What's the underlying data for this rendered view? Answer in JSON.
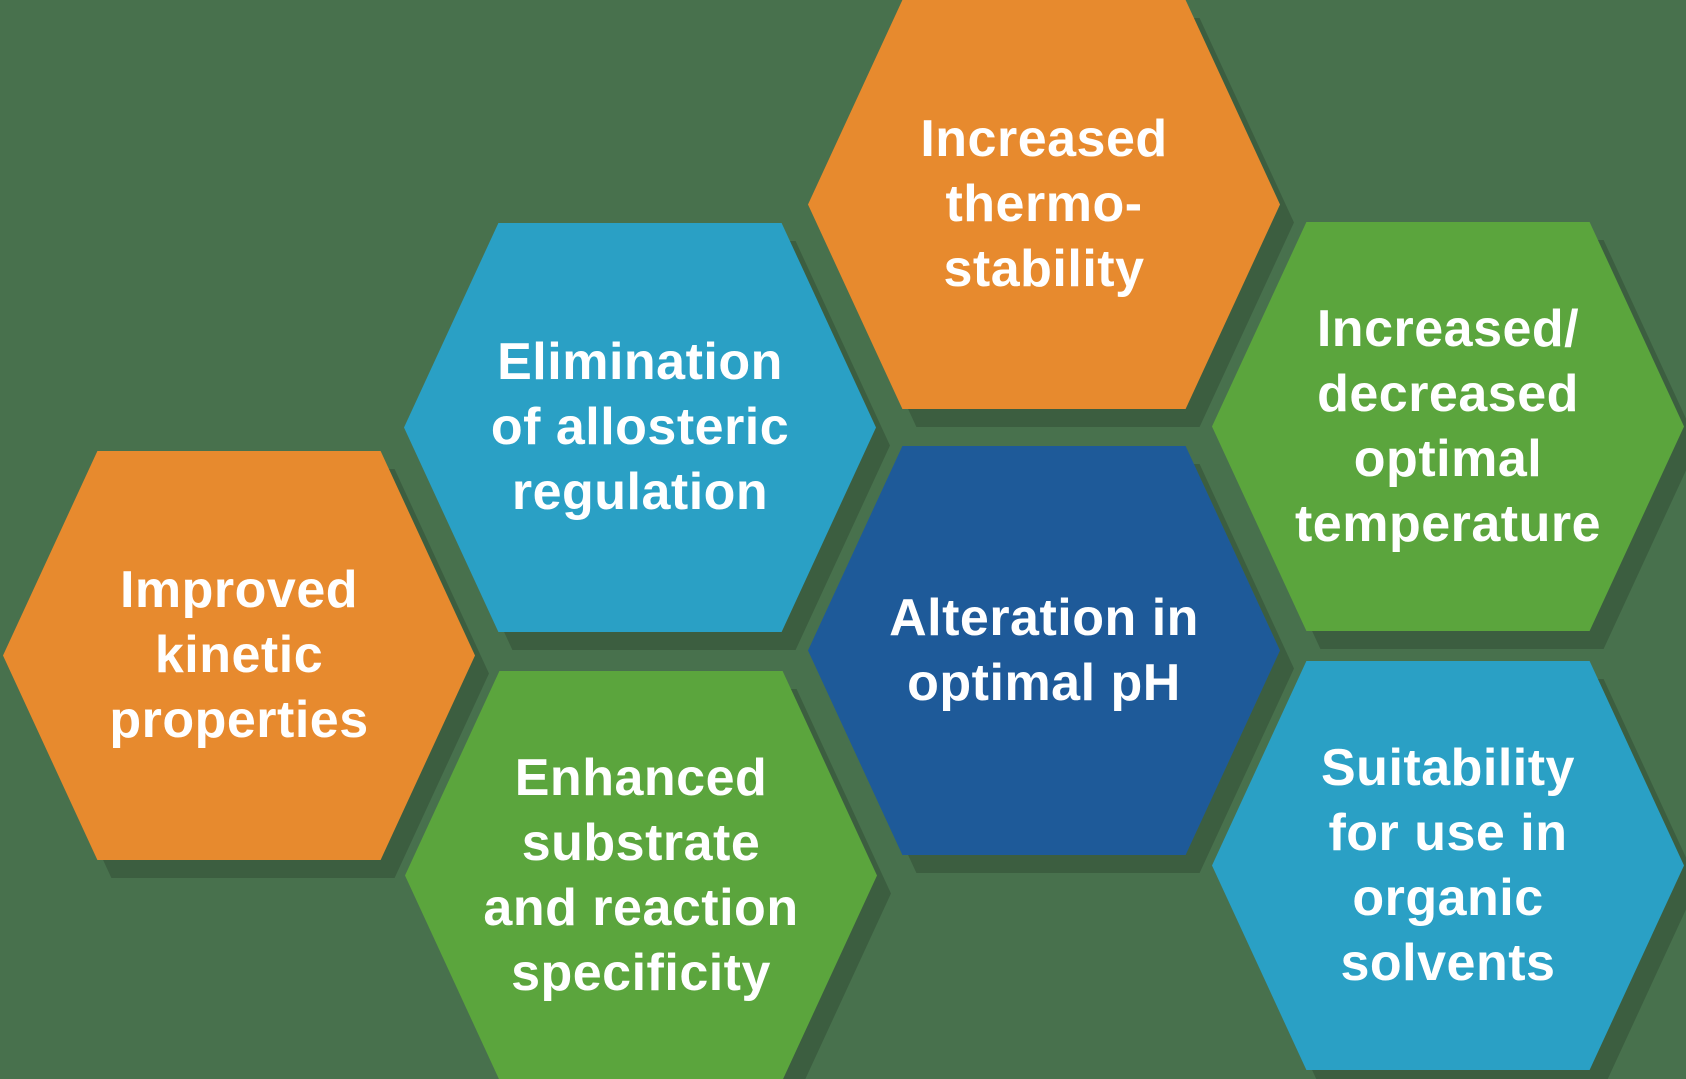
{
  "diagram": {
    "description": "Honeycomb diagram of seven hexagons listing benefits of enzyme engineering",
    "background_color": "#48714D",
    "text_color": "#FFFFFF",
    "shadow_color": "rgba(0,0,0,0.16)"
  },
  "hexagons": [
    {
      "id": "increased-thermostability",
      "color": "#E78A2E",
      "color_name": "orange",
      "text": "Increased thermo-stability",
      "lines": [
        "Increased",
        "thermo-",
        "stability"
      ]
    },
    {
      "id": "elimination-of-allosteric-regulation",
      "color": "#2AA0C5",
      "color_name": "teal",
      "text": "Elimination of allosteric regulation",
      "lines": [
        "Elimination",
        "of allosteric",
        "regulation"
      ]
    },
    {
      "id": "increased-decreased-optimal-temperature",
      "color": "#5BA53D",
      "color_name": "green",
      "text": "Increased/decreased optimal temperature",
      "lines": [
        "Increased/",
        "decreased",
        "optimal",
        "temperature"
      ]
    },
    {
      "id": "improved-kinetic-properties",
      "color": "#E78A2E",
      "color_name": "orange",
      "text": "Improved kinetic properties",
      "lines": [
        "Improved",
        "kinetic",
        "properties"
      ]
    },
    {
      "id": "alteration-in-optimal-ph",
      "color": "#1E5A99",
      "color_name": "dark-blue",
      "text": "Alteration in optimal pH",
      "lines": [
        "Alteration in",
        "optimal pH"
      ]
    },
    {
      "id": "enhanced-substrate-and-reaction-specificity",
      "color": "#5BA53D",
      "color_name": "green",
      "text": "Enhanced substrate and reaction specificity",
      "lines": [
        "Enhanced",
        "substrate",
        "and reaction",
        "specificity"
      ]
    },
    {
      "id": "suitability-for-use-in-organic-solvents",
      "color": "#2AA0C5",
      "color_name": "teal",
      "text": "Suitability for use in organic solvents",
      "lines": [
        "Suitability",
        "for use in",
        "organic",
        "solvents"
      ]
    }
  ]
}
